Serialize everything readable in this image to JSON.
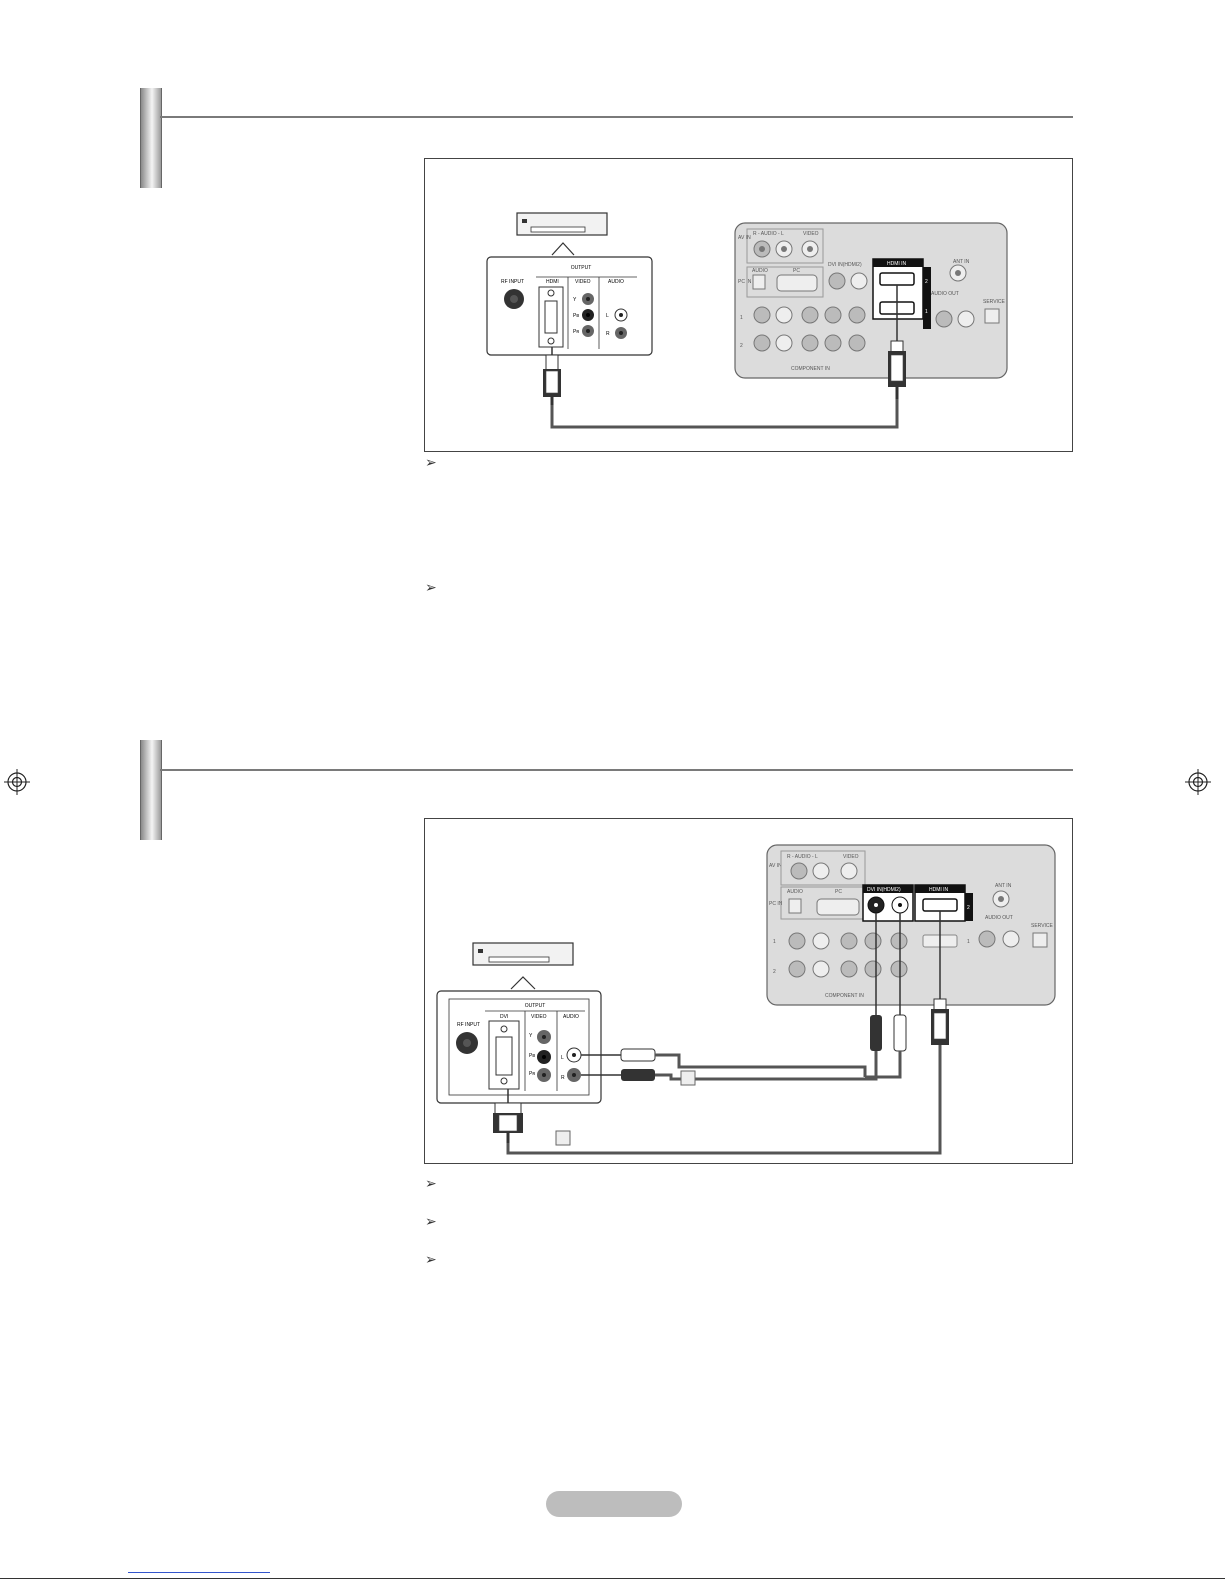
{
  "device_panel": {
    "output": "OUTPUT",
    "rf_input": "RF INPUT",
    "hdmi": "HDMI",
    "dvi": "DVI",
    "video": "VIDEO",
    "audio": "AUDIO",
    "y": "Y",
    "pb": "Pʙ",
    "pr": "Pʀ",
    "l": "L",
    "r": "R"
  },
  "tv_panel": {
    "av_in": "AV IN",
    "pc_in": "PC IN",
    "r_audio_l": "R - AUDIO - L",
    "video": "VIDEO",
    "audio": "AUDIO",
    "pc": "PC",
    "dvi_in": "DVI IN(HDMI2)",
    "hdmi_in": "HDMI IN",
    "ant_in": "ANT IN",
    "audio_out": "AUDIO OUT",
    "service": "SERVICE",
    "component_in": "COMPONENT IN",
    "port_2": "2",
    "port_1": "1",
    "side_1": "1",
    "side_2": "2"
  },
  "notes": {
    "marker": "➢"
  },
  "colors": {
    "frame": "#444444",
    "panel_bg": "#dcdcdc",
    "port_black": "#111111",
    "cable": "#555555"
  }
}
